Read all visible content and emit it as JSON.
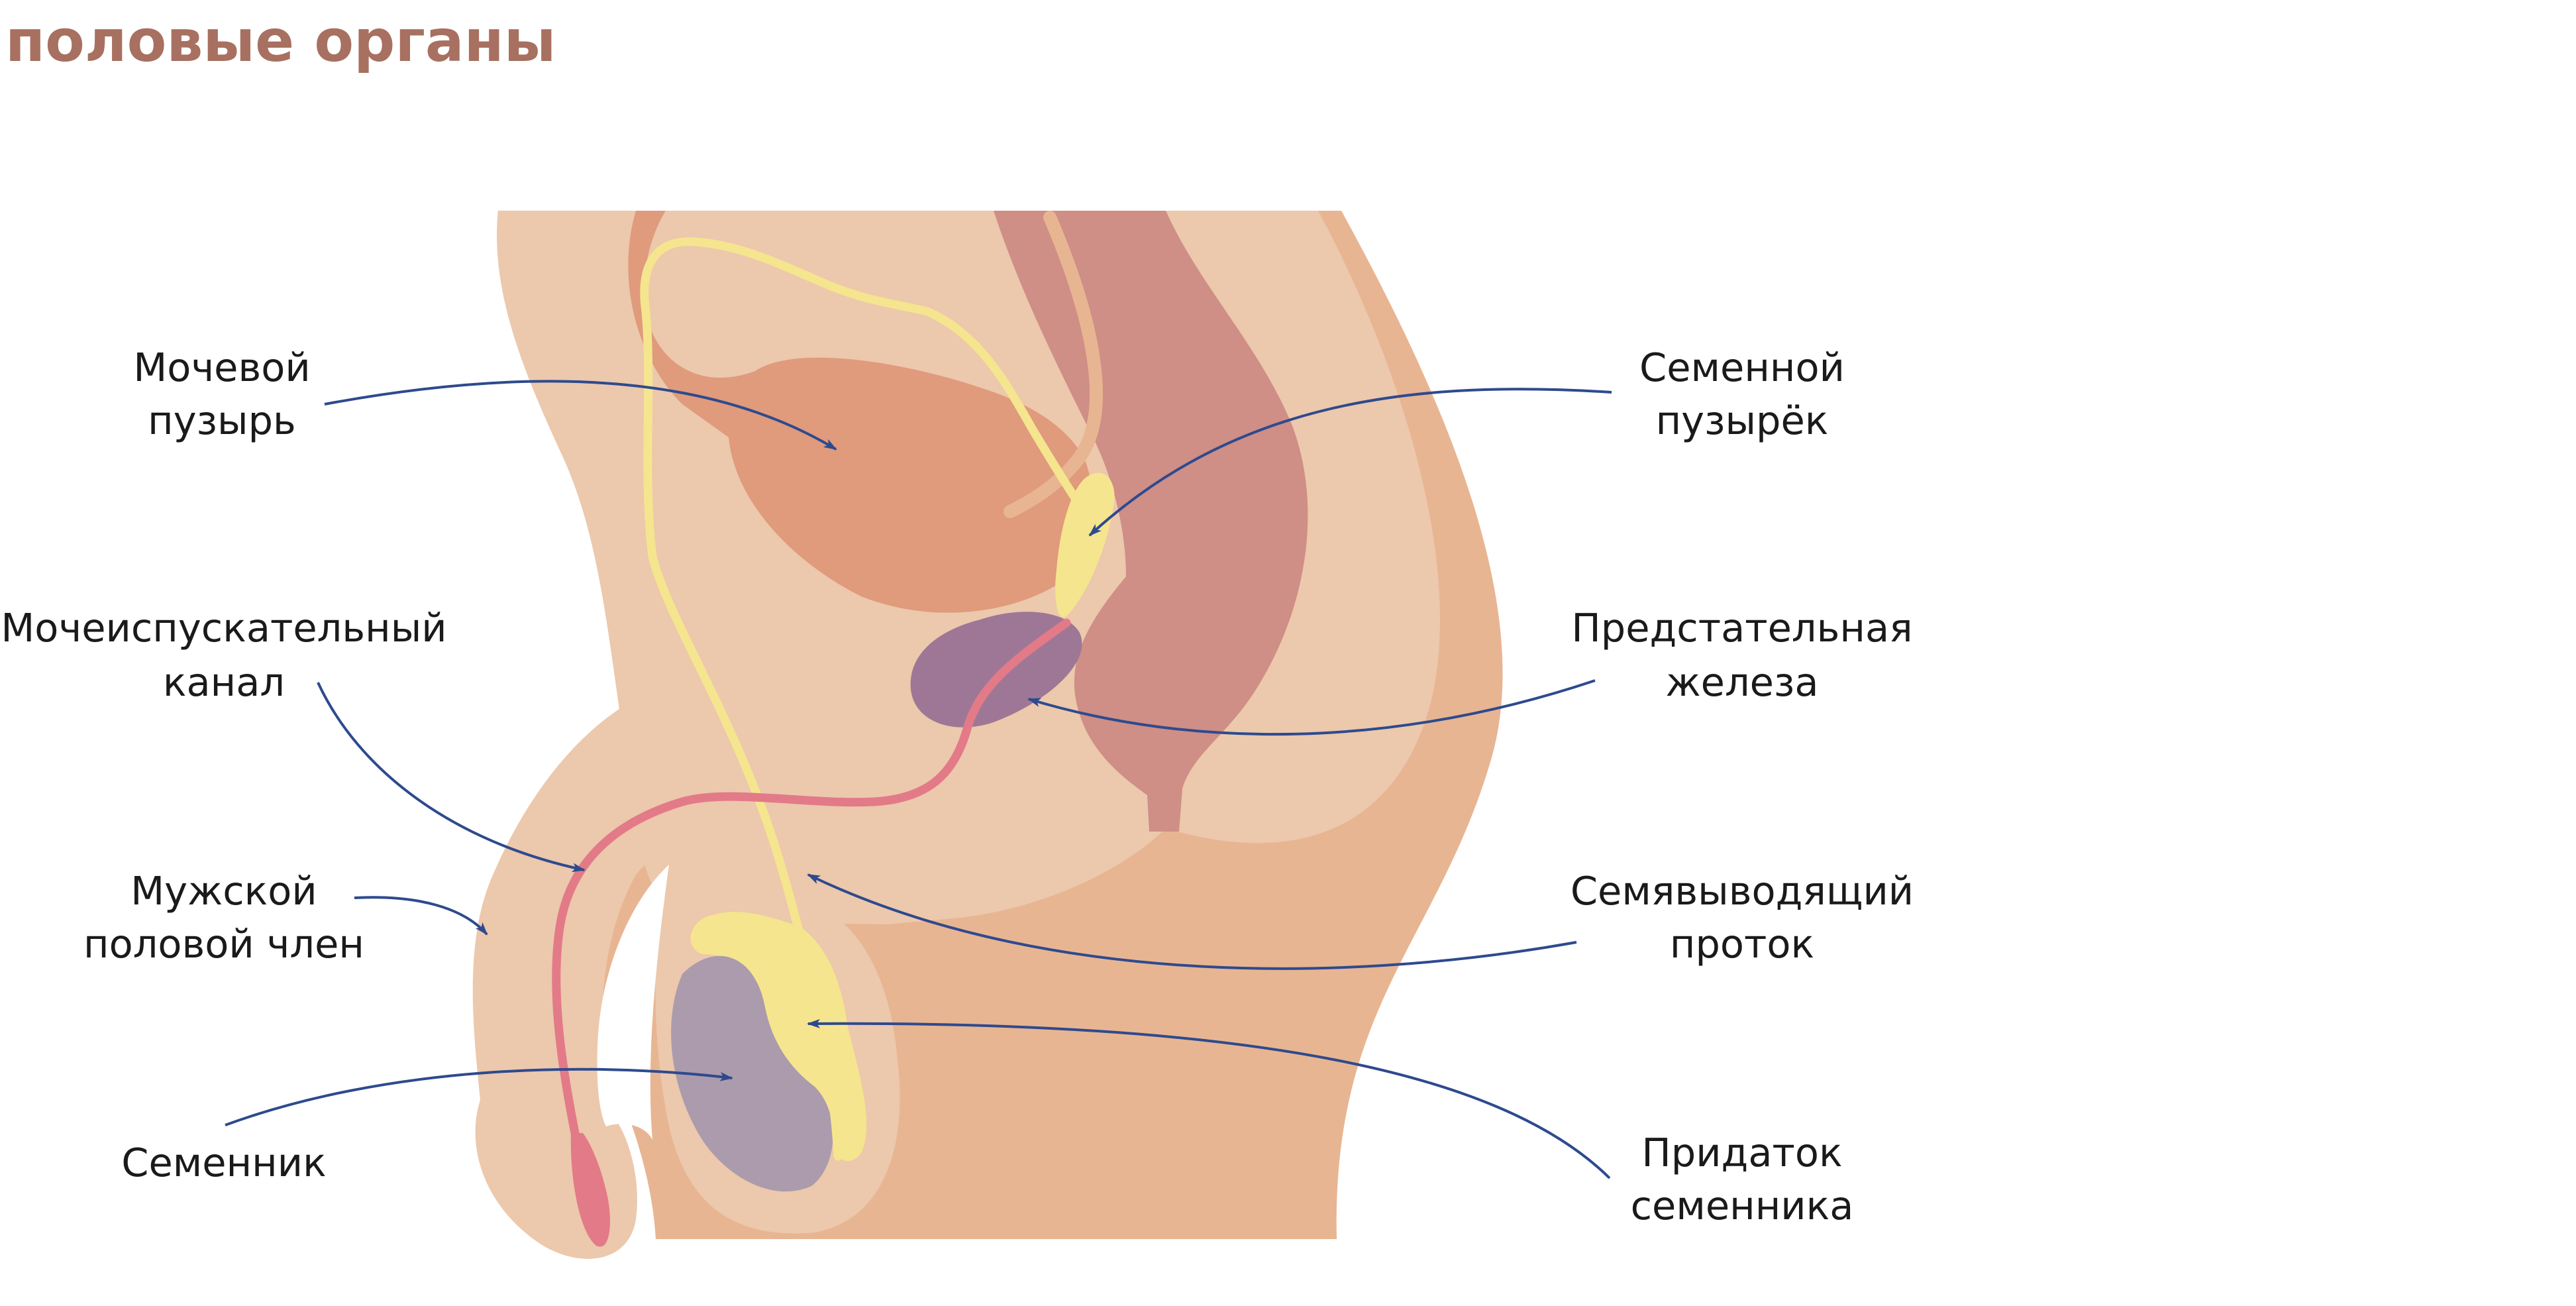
{
  "title": "половые органы",
  "colors": {
    "title": "#a87060",
    "skin_light": "#ecc8ac",
    "skin_mid": "#e8b592",
    "bladder": "#e09a7c",
    "rectum": "#cf8e86",
    "duct_yellow": "#f5e58e",
    "urethra_pink": "#e37a88",
    "prostate_purple": "#9e7796",
    "testis_purple": "#ab9bad",
    "leader_blue": "#2e4a8e"
  },
  "labels": {
    "bladder": [
      "Мочевой",
      "пузырь"
    ],
    "urethra": [
      "Мочеиспускательный",
      "канал"
    ],
    "penis": [
      "Мужской",
      "половой член"
    ],
    "testis": [
      "Семенник"
    ],
    "seminal_vesicle": [
      "Семенной",
      "пузырёк"
    ],
    "prostate": [
      "Предстательная",
      "железа"
    ],
    "vas_deferens": [
      "Семявыводящий",
      "проток"
    ],
    "epididymis": [
      "Придаток",
      "семенника"
    ]
  }
}
